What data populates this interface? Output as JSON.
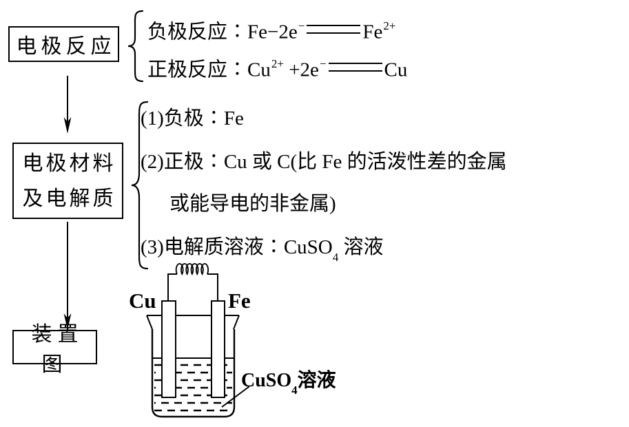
{
  "colors": {
    "ink": "#000000",
    "background": "#ffffff"
  },
  "flowchart": {
    "node1_label": "电极反应",
    "node2_line1": "电极材料",
    "node2_line2": "及电解质",
    "node3_label": "装置图"
  },
  "reactions": {
    "negative_label": "负极反应∶",
    "negative_lhs": "Fe−2e",
    "negative_lhs_sup": "−",
    "negative_rhs": "Fe",
    "negative_rhs_sup": "2+",
    "positive_label": "正极反应∶",
    "positive_lhs1": "Cu",
    "positive_lhs1_sup": "2+",
    "positive_lhs2": " +2e",
    "positive_lhs2_sup": "−",
    "positive_rhs": "Cu"
  },
  "materials": {
    "item1": "(1)负极∶Fe",
    "item2_line1": "(2)正极∶Cu 或 C(比 Fe 的活泼性差的金属",
    "item2_line2": "或能导电的非金属)",
    "item3_pre": "(3)电解质溶液∶CuSO",
    "item3_sub": "4",
    "item3_post": " 溶液"
  },
  "device": {
    "left_electrode_label": "Cu",
    "right_electrode_label": "Fe",
    "solution_label_pre": "CuSO",
    "solution_label_sub": "4",
    "solution_label_post": "溶液"
  }
}
